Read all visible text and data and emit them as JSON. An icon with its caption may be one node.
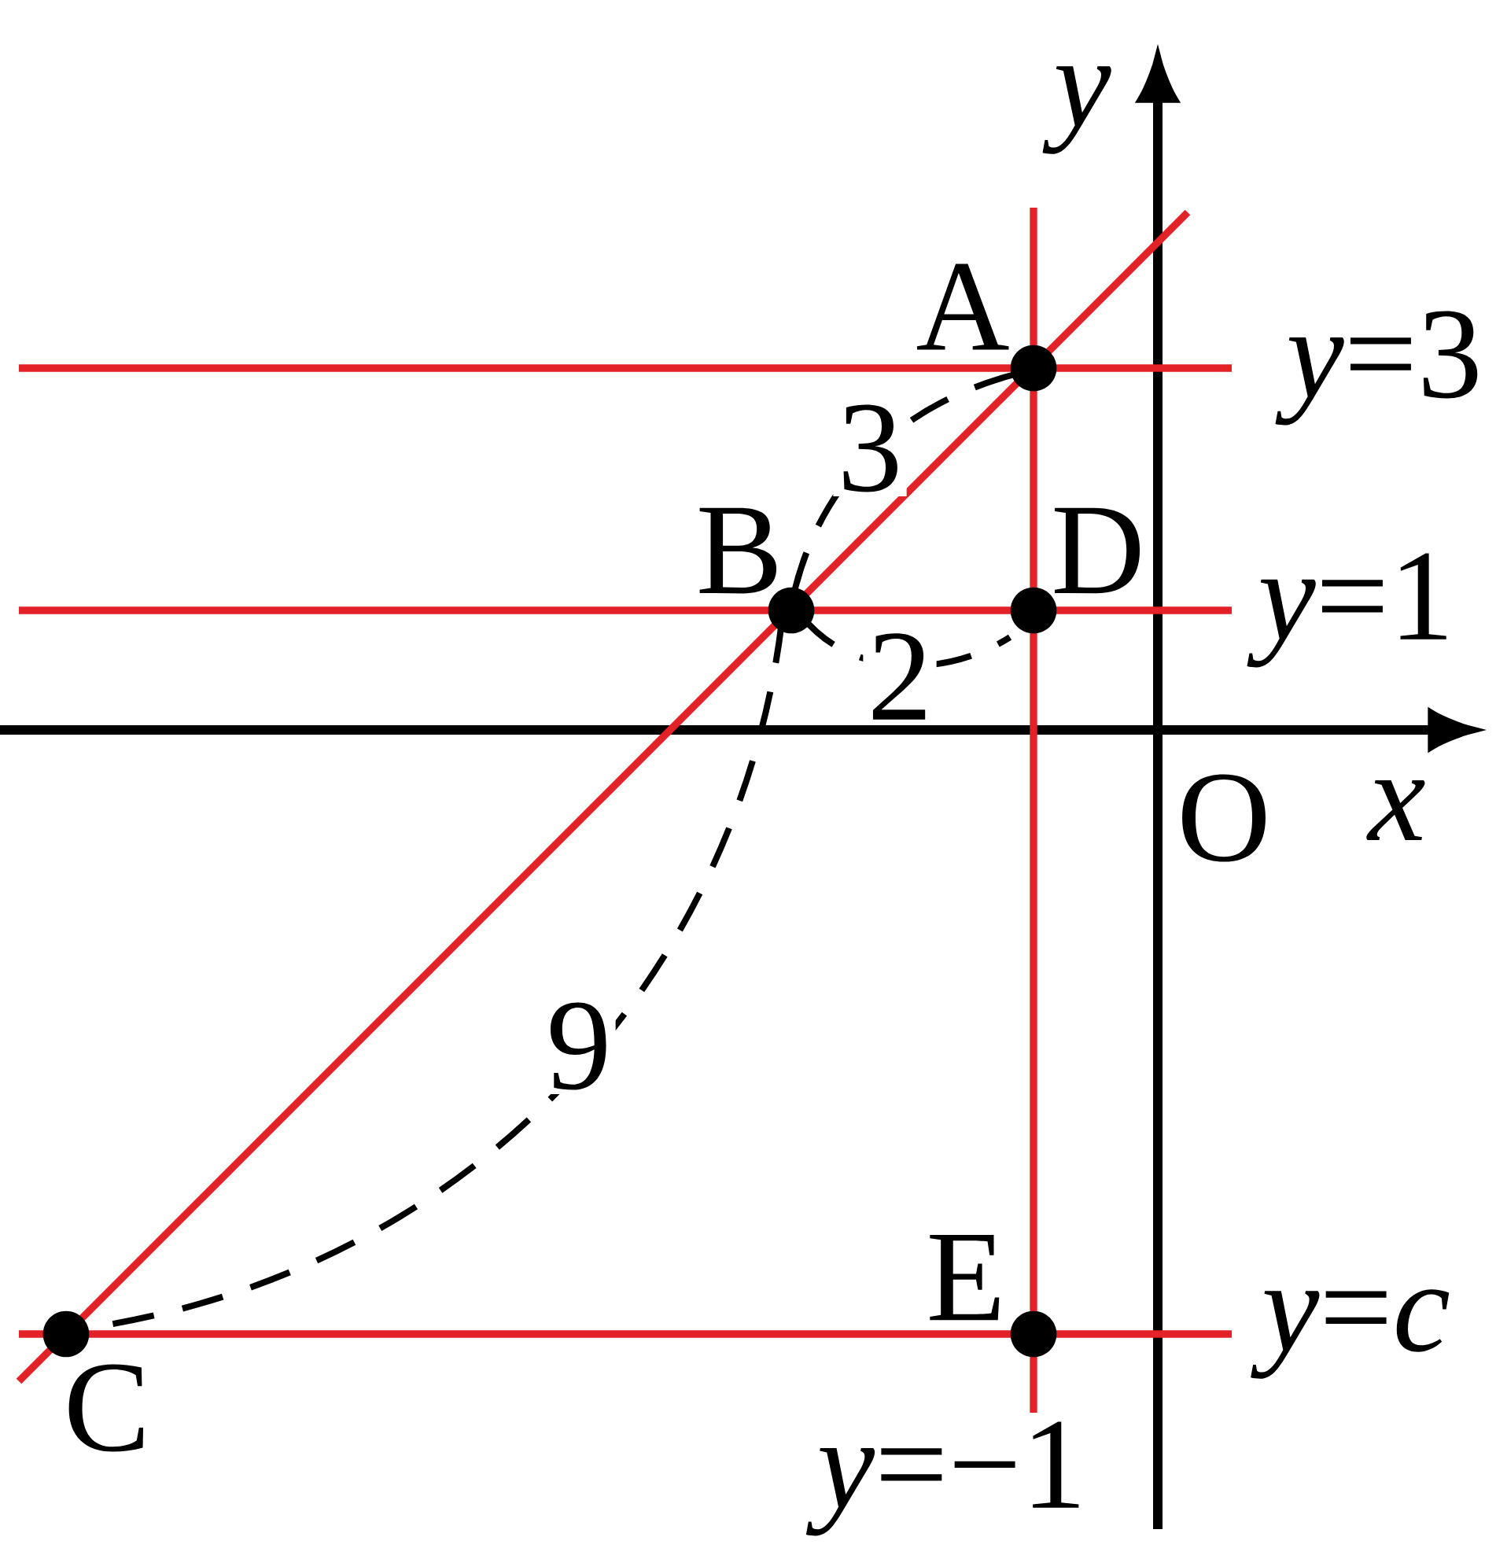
{
  "diagram": {
    "nodes": [
      {
        "text": [
          "A"
        ]
      },
      {
        "text": [
          "B"
        ]
      },
      {
        "text": [
          "D"
        ]
      },
      {
        "text": [
          "E"
        ]
      },
      {
        "text": [
          "C"
        ]
      }
    ],
    "labels": [
      "*y*=3",
      "*y*=1",
      "*y*=*c*",
      "*y*=−1",
      "x",
      "y",
      "O",
      "3",
      "2",
      "9"
    ]
  }
}
